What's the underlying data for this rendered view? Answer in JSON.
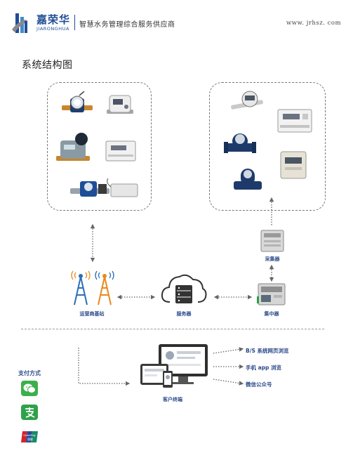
{
  "header": {
    "brand_name": "嘉荣华",
    "brand_pinyin": "JIARONGHUA",
    "slogan": "智慧水务管理综合服务供应商",
    "website": "www. jrhsz. com"
  },
  "section_title": "系统结构图",
  "nodes": {
    "collector": "采集器",
    "base_station": "运营商基站",
    "server": "服务器",
    "concentrator": "集中器",
    "client": "客户终端"
  },
  "outputs": [
    "B/S 系统网页浏览",
    "手机 app 浏览",
    "微信公众号"
  ],
  "payment": {
    "title": "支付方式",
    "icons": [
      "wechat-pay-icon",
      "alipay-icon",
      "unionpay-icon"
    ],
    "unionpay_text": "UnionPay",
    "unionpay_cn": "银联"
  },
  "colors": {
    "brand_blue": "#1f4e97",
    "caption_blue": "#2b4a8a",
    "tower_orange": "#e8891d",
    "tower_blue": "#2a6fb8",
    "wechat_green": "#3bb04a",
    "alipay_green": "#2ea24a",
    "unionpay_red": "#d3232f"
  }
}
